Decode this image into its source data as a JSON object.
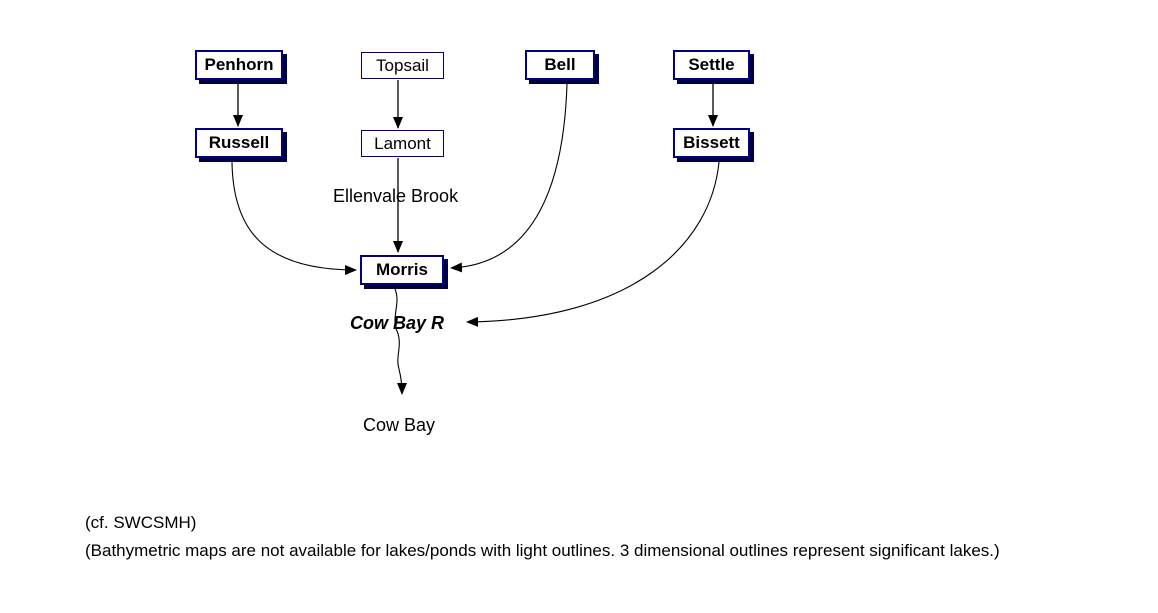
{
  "diagram": {
    "type": "flow",
    "title": "Cow Bay River watershed lake flow diagram",
    "nodes": [
      {
        "id": "penhorn",
        "label": "Penhorn",
        "outline": "3-dimensional",
        "significance": "significant lake"
      },
      {
        "id": "topsail",
        "label": "Topsail",
        "outline": "light",
        "significance": "no bathymetric map"
      },
      {
        "id": "bell",
        "label": "Bell",
        "outline": "3-dimensional",
        "significance": "significant lake"
      },
      {
        "id": "settle",
        "label": "Settle",
        "outline": "3-dimensional",
        "significance": "significant lake"
      },
      {
        "id": "russell",
        "label": "Russell",
        "outline": "3-dimensional",
        "significance": "significant lake"
      },
      {
        "id": "lamont",
        "label": "Lamont",
        "outline": "light",
        "significance": "no bathymetric map"
      },
      {
        "id": "bissett",
        "label": "Bissett",
        "outline": "3-dimensional",
        "significance": "significant lake"
      },
      {
        "id": "morris",
        "label": "Morris",
        "outline": "3-dimensional",
        "significance": "significant lake"
      }
    ],
    "flow_labels": {
      "ellenvale_brook": "Ellenvale Brook",
      "cow_bay_r": "Cow Bay R",
      "cow_bay": "Cow Bay"
    },
    "edges": [
      {
        "from": "Penhorn",
        "to": "Russell",
        "shape": "straight"
      },
      {
        "from": "Topsail",
        "to": "Lamont",
        "shape": "straight"
      },
      {
        "from": "Settle",
        "to": "Bissett",
        "shape": "straight"
      },
      {
        "from": "Russell",
        "to": "Morris",
        "shape": "curve"
      },
      {
        "from": "Lamont",
        "to": "Morris",
        "shape": "straight",
        "via": "Ellenvale Brook"
      },
      {
        "from": "Bell",
        "to": "Morris",
        "shape": "curve"
      },
      {
        "from": "Bissett",
        "to": "Cow Bay R",
        "shape": "curve"
      },
      {
        "from": "Morris",
        "to": "Cow Bay",
        "shape": "wavy",
        "via": "Cow Bay R"
      }
    ],
    "colors": {
      "box_border": "#000080",
      "box_shadow": "#000040",
      "line": "#000000",
      "text": "#000000",
      "background": "#ffffff"
    }
  },
  "footnotes": {
    "line1": "(cf. SWCSMH)",
    "line2": "(Bathymetric maps are not available for lakes/ponds with light outlines. 3 dimensional outlines represent significant lakes.)"
  }
}
